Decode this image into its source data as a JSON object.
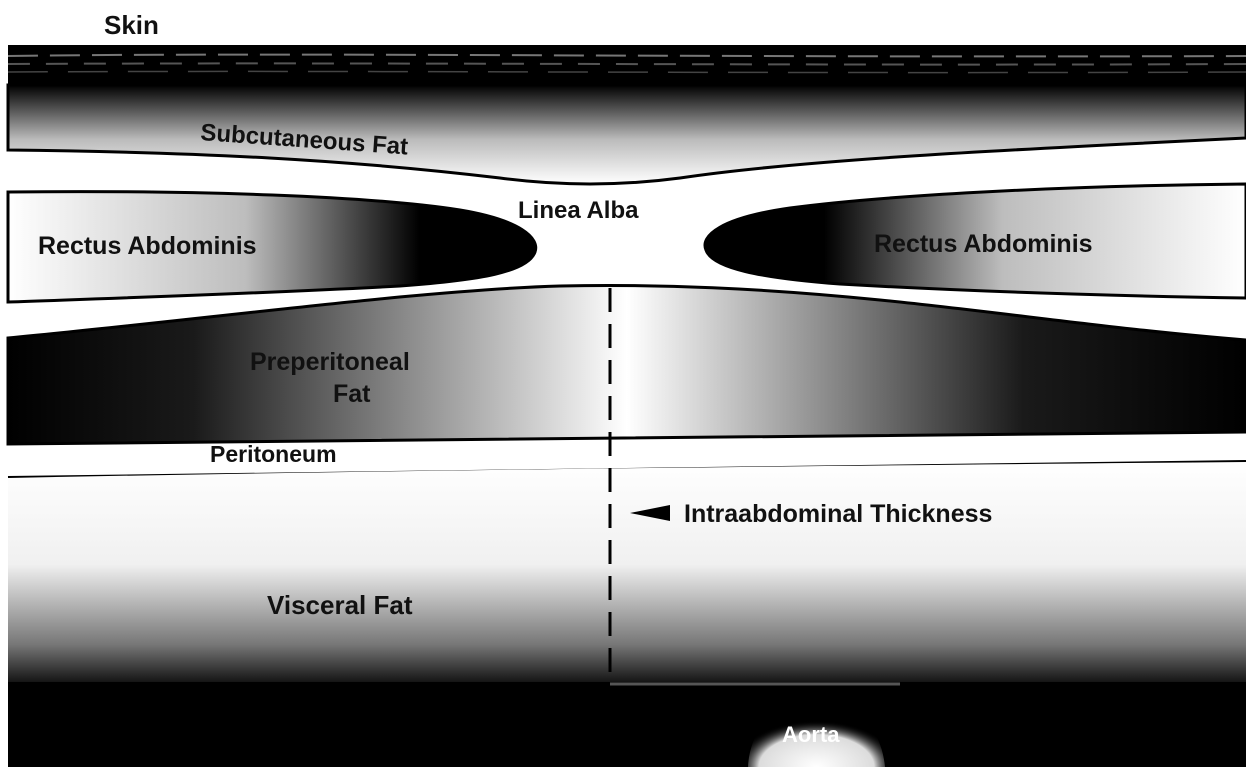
{
  "diagram": {
    "labels": {
      "skin": "Skin",
      "subcutaneous_fat": "Subcutaneous Fat",
      "linea_alba": "Linea Alba",
      "rectus_left": "Rectus Abdominis",
      "rectus_right": "Rectus Abdominis",
      "preperitoneal_line1": "Preperitoneal",
      "preperitoneal_line2": "Fat",
      "peritoneum": "Peritoneum",
      "intraabdominal": "Intraabdominal Thickness",
      "visceral_fat": "Visceral Fat",
      "aorta": "Aorta"
    },
    "colors": {
      "dark": "#000000",
      "light": "#ffffff",
      "text": "#111111"
    }
  }
}
